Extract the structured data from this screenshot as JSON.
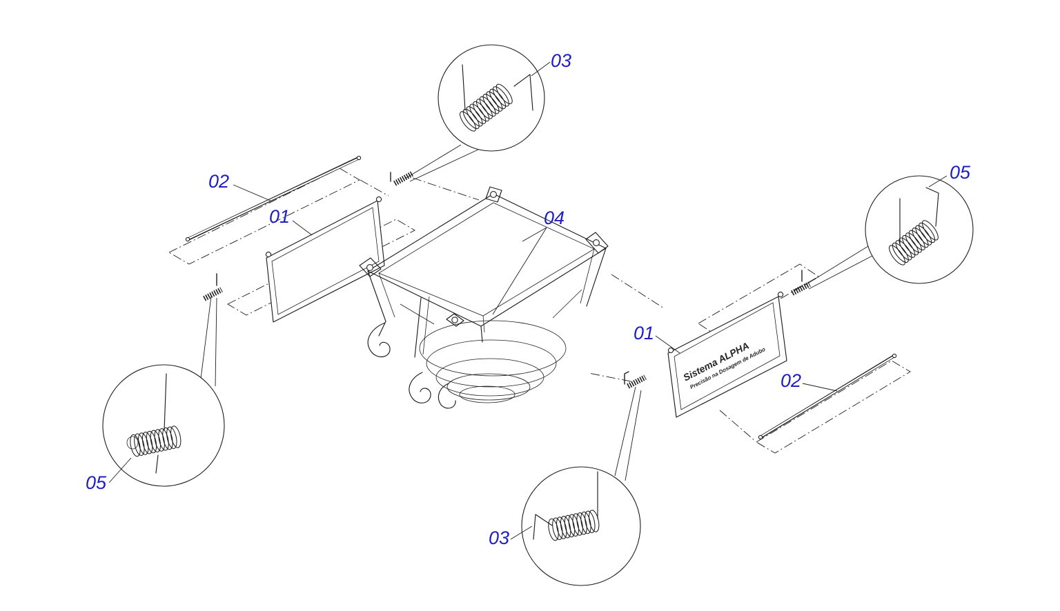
{
  "diagram": {
    "background": "#ffffff",
    "line_color": "#1d1d1d",
    "label_color": "#1f1fc0"
  },
  "callouts": {
    "c01": "01",
    "c02": "02",
    "c03": "03",
    "c04": "04",
    "c05": "05"
  },
  "flap_text": {
    "line1": "Sistema ALPHA",
    "line2": "Precisão na Dosagem de Adubo"
  }
}
